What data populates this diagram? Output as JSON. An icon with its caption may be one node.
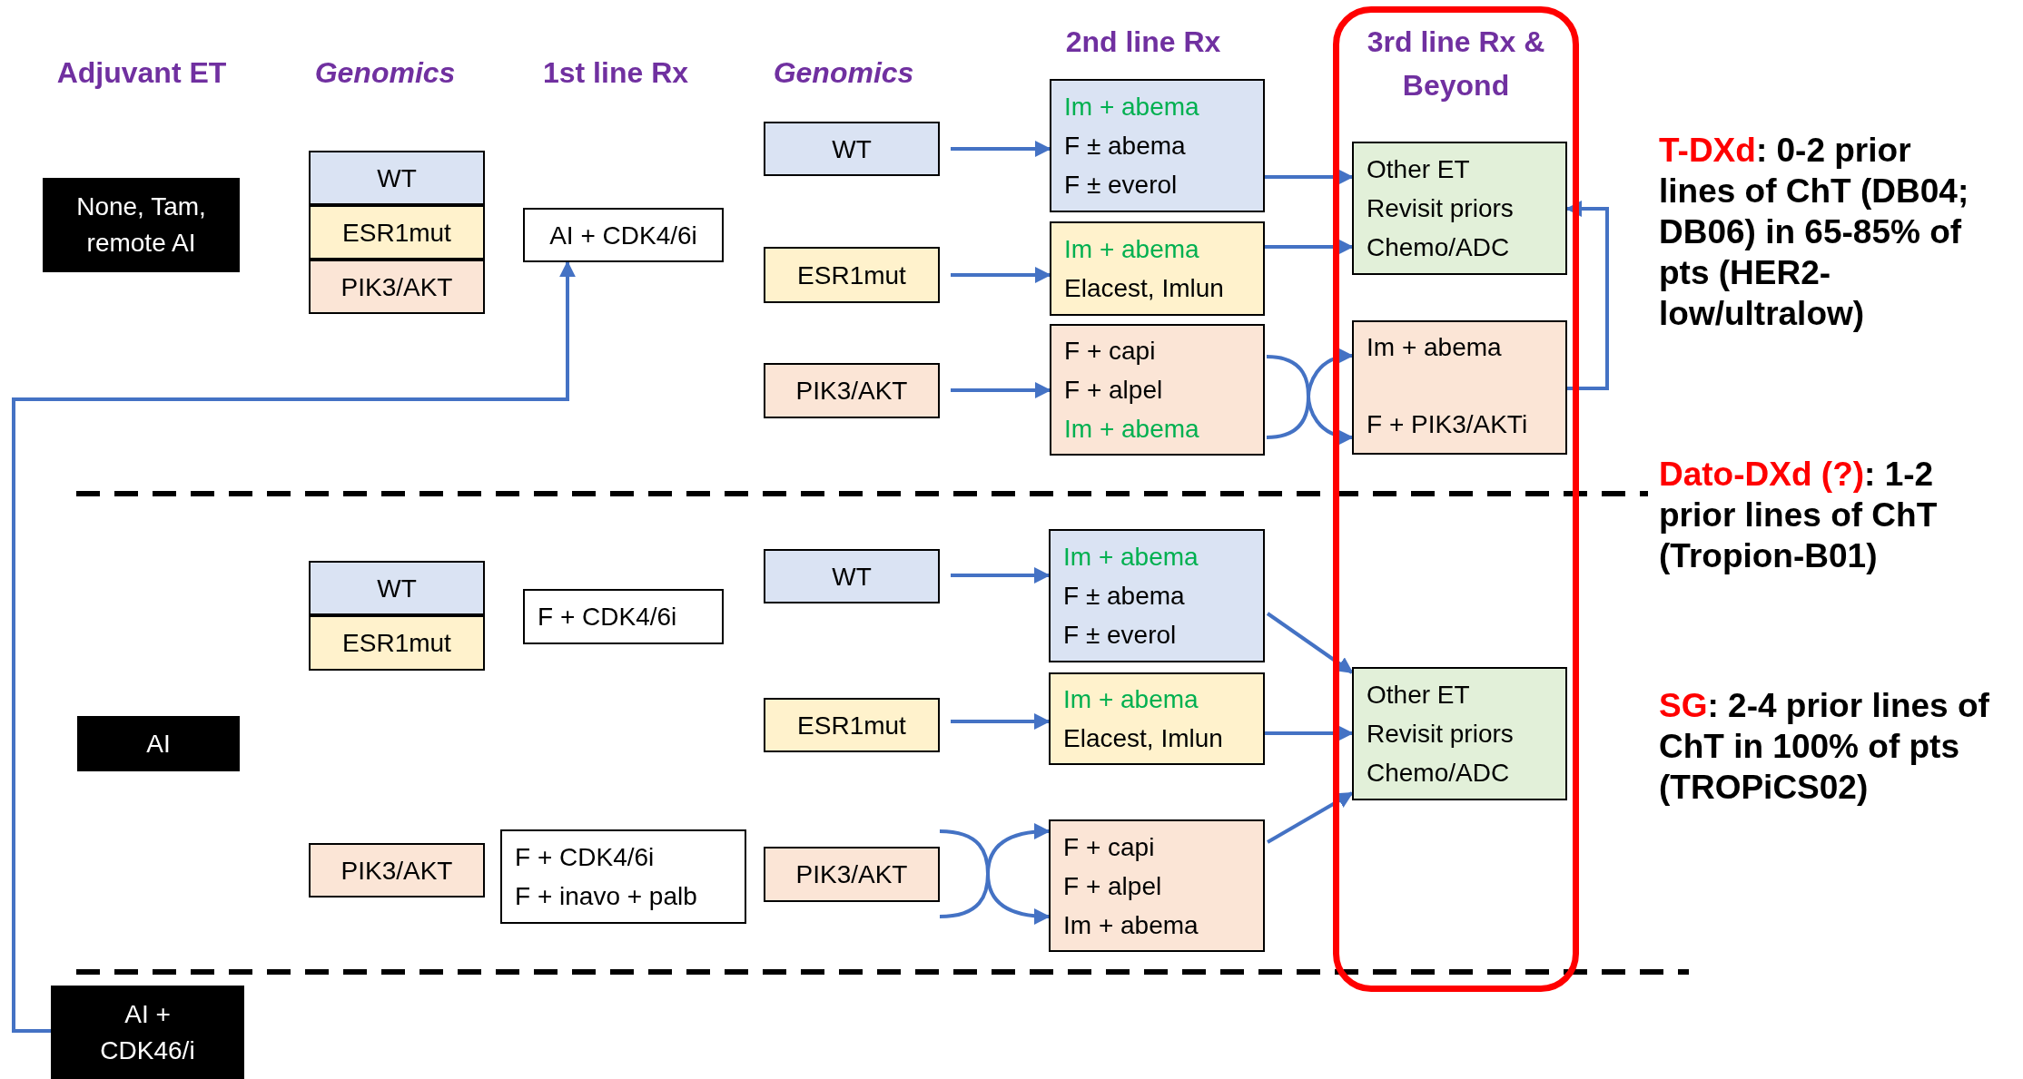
{
  "diagram": {
    "nodes": [
      {
        "text": [
          "None, Tam, remote AI"
        ]
      },
      {
        "text": [
          "WT"
        ]
      },
      {
        "text": [
          "ESR1mut"
        ]
      },
      {
        "text": [
          "PIK3/AKT"
        ]
      },
      {
        "text": [
          "AI + CDK4/6i"
        ]
      },
      {
        "text": [
          "WT"
        ]
      },
      {
        "text": [
          "ESR1mut"
        ]
      },
      {
        "text": [
          "PIK3/AKT"
        ]
      },
      {
        "text": [
          "Im + abema",
          "F ± abema",
          "F ± everol"
        ]
      },
      {
        "text": [
          "Im + abema",
          "Elacest, Imlun"
        ]
      },
      {
        "text": [
          "F + capi",
          "F + alpel",
          "Im + abema"
        ]
      },
      {
        "text": [
          "3rd line Rx & Beyond"
        ]
      },
      {
        "text": [
          "Other ET",
          "Revisit priors",
          "Chemo/ADC"
        ],
        "in": 11
      },
      {
        "text": [
          "Im + abema",
          "F + PIK3/AKTi"
        ],
        "in": 11
      },
      {
        "text": [
          "WT"
        ]
      },
      {
        "text": [
          "ESR1mut"
        ]
      },
      {
        "text": [
          "F + CDK4/6i"
        ]
      },
      {
        "text": [
          "AI"
        ]
      },
      {
        "text": [
          "PIK3/AKT"
        ]
      },
      {
        "text": [
          "F + CDK4/6i",
          "F + inavo + palb"
        ]
      },
      {
        "text": [
          "WT"
        ]
      },
      {
        "text": [
          "ESR1mut"
        ]
      },
      {
        "text": [
          "PIK3/AKT"
        ]
      },
      {
        "text": [
          "Im + abema",
          "F ± abema",
          "F ± everol"
        ]
      },
      {
        "text": [
          "Im + abema",
          "Elacest, Imlun"
        ]
      },
      {
        "text": [
          "F + capi",
          "F + alpel",
          "Im + abema"
        ]
      },
      {
        "text": [
          "Other ET",
          "Revisit priors",
          "Chemo/ADC"
        ],
        "in": 11
      },
      {
        "text": [
          "AI + CDK46/i"
        ]
      }
    ],
    "edges": [
      {
        "from": 5,
        "to": 8,
        "arrow": "to"
      },
      {
        "from": 6,
        "to": 9,
        "arrow": "to"
      },
      {
        "from": 7,
        "to": 10,
        "arrow": "to"
      },
      {
        "from": 8,
        "to": 12,
        "arrow": "to"
      },
      {
        "from": 9,
        "to": 12,
        "arrow": "to"
      },
      {
        "from": 10,
        "to": 13,
        "arrow": "to"
      },
      {
        "from": 10,
        "to": 13,
        "arrow": "to"
      },
      {
        "from": 13,
        "to": 12,
        "arrow": "to"
      },
      {
        "from": 20,
        "to": 23,
        "arrow": "to"
      },
      {
        "from": 21,
        "to": 24,
        "arrow": "to"
      },
      {
        "from": 22,
        "to": 25,
        "arrow": "to"
      },
      {
        "from": 22,
        "to": 25,
        "arrow": "to"
      },
      {
        "from": 23,
        "to": 26,
        "arrow": "to"
      },
      {
        "from": 24,
        "to": 26,
        "arrow": "to"
      },
      {
        "from": 25,
        "to": 26,
        "arrow": "to"
      },
      {
        "from": 27,
        "to": 4,
        "arrow": "to"
      }
    ],
    "labels": [
      "Adjuvant ET",
      "Genomics",
      "1st line Rx",
      "Genomics",
      "2nd line Rx",
      "T-DXd",
      ": 0-2 prior lines of ChT (DB04; DB06) in 65-85% of pts (HER2-low/ultralow)",
      "Dato-DXd (?)",
      ": 1-2 prior lines of ChT (Tropion-B01)",
      "SG",
      ": 2-4 prior lines of ChT in 100% of pts (TROPiCS02)"
    ]
  }
}
